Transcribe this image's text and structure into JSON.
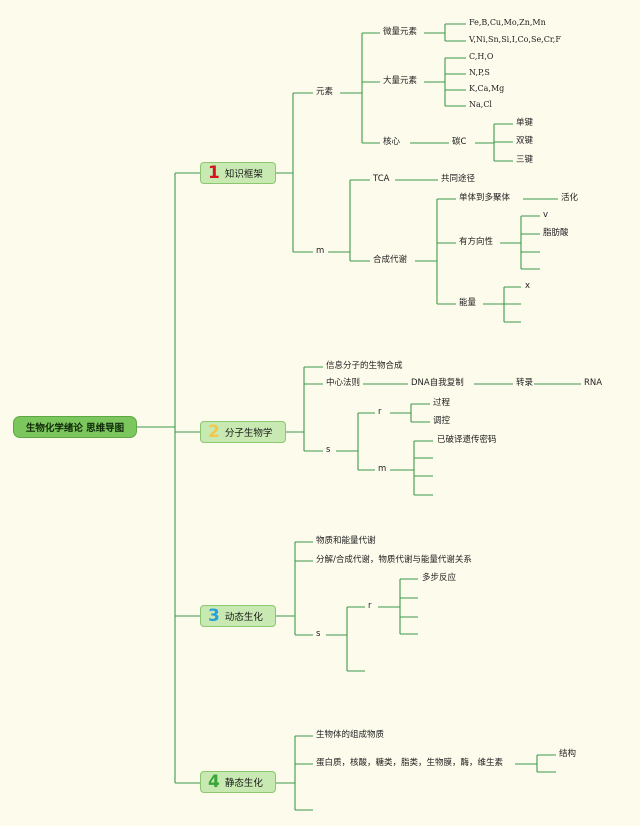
{
  "root": {
    "label": "生物化学绪论 思维导图"
  },
  "branches": [
    {
      "number": "1",
      "number_color": "#d4161d",
      "label": "知识框架"
    },
    {
      "number": "2",
      "number_color": "#f2c84a",
      "label": "分子生物学"
    },
    {
      "number": "3",
      "number_color": "#2b9fd9",
      "label": "动态生化"
    },
    {
      "number": "4",
      "number_color": "#3aa63a",
      "label": "静态生化"
    }
  ],
  "b1": {
    "yuansu": "元素",
    "weiliang": "微量元素",
    "weiliang_items": [
      "Fe,B,Cu,Mo,Zn,Mn",
      "V,Ni,Sn,Si,I,Co,Se,Cr,F"
    ],
    "daliang": "大量元素",
    "daliang_items": [
      "C,H,O",
      "N,P,S",
      "K,Ca,Mg",
      "Na,Cl"
    ],
    "hexin": "核心",
    "tan": "碳C",
    "jian": [
      "单键",
      "双键",
      "三键"
    ],
    "m": "m",
    "tca": "TCA",
    "gongtong": "共同途径",
    "hecheng": "合成代谢",
    "dantiduo": "单体到多聚体",
    "huohua": "活化",
    "youfangxiang": "有方向性",
    "v": "v",
    "zhifangsuan": "脂肪酸",
    "nengliang": "能量",
    "x": "x"
  },
  "b2": {
    "xinxi": "信息分子的生物合成",
    "zhongxin": "中心法则",
    "dna": "DNA自我复制",
    "zhuanlu": "转录",
    "rna": "RNA",
    "s": "s",
    "r": "r",
    "guocheng": "过程",
    "tiaokong": "调控",
    "m": "m",
    "yipoyi": "已破译遗传密码"
  },
  "b3": {
    "wuzhi": "物质和能量代谢",
    "fenjie": "分解/合成代谢，物质代谢与能量代谢关系",
    "s": "s",
    "r": "r",
    "duobu": "多步反应"
  },
  "b4": {
    "shengwuti": "生物体的组成物质",
    "list": "蛋白质，核酸，糖类，脂类，生物膜，酶，维生素",
    "jiegou": "结构"
  },
  "colors": {
    "line": "#3d9a4c",
    "background": "#fdfbec"
  }
}
